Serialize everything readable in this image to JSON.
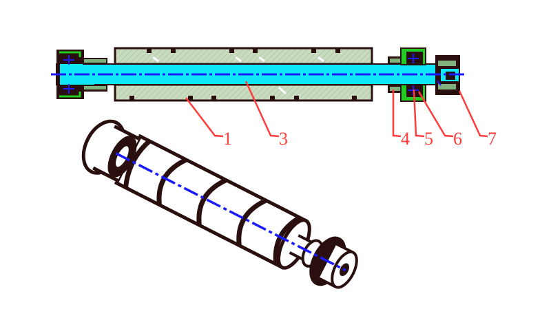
{
  "diagram": {
    "type": "mechanical-drawing",
    "views": {
      "section": "longitudinal cross-section of roller shaft assembly",
      "isometric": "3D view of helical/spiral roller"
    },
    "colors": {
      "outline": "#2a0f0f",
      "roller_fill": "#c9dcc0",
      "shaft_fill": "#10e8f8",
      "centerline": "#1a1aff",
      "bearing_cover": "#22cc22",
      "seal_fill": "#7fb27f",
      "callout": "#ff3b3b"
    },
    "callouts": [
      {
        "id": "1",
        "label": "1",
        "part": "roller body"
      },
      {
        "id": "3",
        "label": "3",
        "part": "shaft"
      },
      {
        "id": "4",
        "label": "4",
        "part": "sleeve"
      },
      {
        "id": "5",
        "label": "5",
        "part": "bearing"
      },
      {
        "id": "6",
        "label": "6",
        "part": "bearing housing"
      },
      {
        "id": "7",
        "label": "7",
        "part": "end cap"
      }
    ]
  }
}
